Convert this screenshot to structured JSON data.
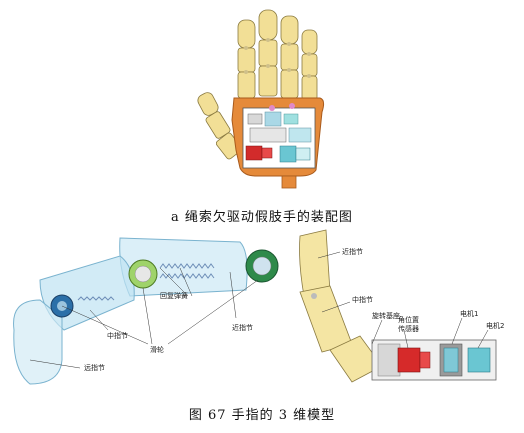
{
  "caption_a": "a  绳索欠驱动假肢手的装配图",
  "caption_main": "图 67  手指的 3 维模型",
  "labels": {
    "hui_fu_tan_huang": "回复弹簧",
    "jin_zhi_jie_left": "近指节",
    "zhong_zhi_jie": "中指节",
    "hua_lun": "滑轮",
    "yuan_zhi_jie": "远指节",
    "jin_zhi_jie_top": "近指节",
    "zhong_zhi_jie_right": "中指节",
    "xuan_zhuan_ji_zuo": "旋转基座",
    "jiao_wei_zhi": "角位置",
    "chuan_gan_qi": "传感器",
    "dian_ji_1": "电机1",
    "dian_ji_2": "电机2"
  }
}
